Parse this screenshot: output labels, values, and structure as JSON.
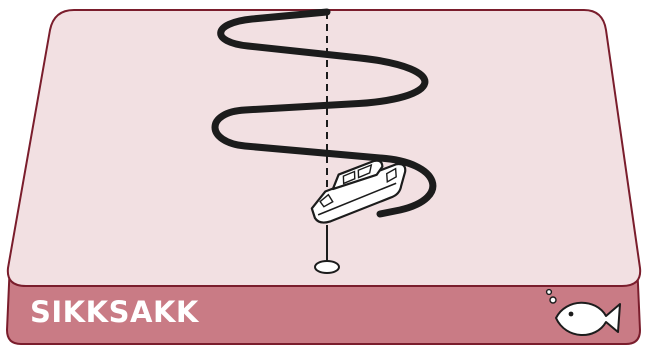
{
  "card": {
    "title": "SIKKSAKK",
    "colors": {
      "surface": "#f2e0e2",
      "band": "#c97b85",
      "outline": "#7a1d2c",
      "track": "#1c1c1c",
      "boat_fill": "#ffffff",
      "fish_fill": "#ffffff"
    },
    "icons": [
      "zigzag-track",
      "center-course-line",
      "start-marker",
      "boat-icon",
      "fish-icon"
    ]
  }
}
